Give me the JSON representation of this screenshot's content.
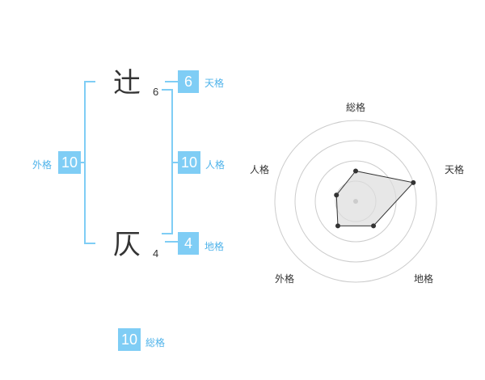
{
  "name": {
    "surname": "辻",
    "surname_strokes": "6",
    "given": "仄",
    "given_strokes": "4"
  },
  "fortune": {
    "tenkaku": {
      "value": "6",
      "label": "天格"
    },
    "jinkaku": {
      "value": "10",
      "label": "人格"
    },
    "chikaku": {
      "value": "4",
      "label": "地格"
    },
    "gaikaku": {
      "value": "10",
      "label": "外格"
    },
    "soukaku": {
      "value": "10",
      "label": "総格"
    }
  },
  "colors": {
    "accent_box": "#7fcdf5",
    "accent_text": "#4fb3ea",
    "ring": "#cccccc",
    "polygon_fill": "#dddddd",
    "polygon_stroke": "#333333"
  },
  "chart_data": {
    "type": "radar",
    "axes": [
      "総格",
      "天格",
      "地格",
      "外格",
      "人格"
    ],
    "values": [
      3,
      6,
      3,
      3,
      2
    ],
    "rings": 4,
    "max": 8
  }
}
